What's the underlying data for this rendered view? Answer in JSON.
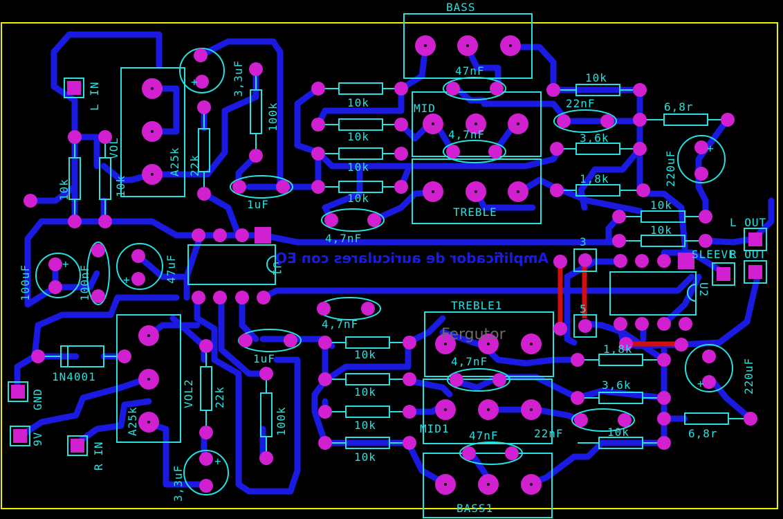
{
  "board": {
    "title": "Amplificador de auriculares con EQ",
    "watermark": "Fergutor"
  },
  "labels": {
    "bass": "BASS",
    "bass1": "BASS1",
    "mid": "MID",
    "mid1": "MID1",
    "treble": "TREBLE",
    "treble1": "TREBLE1",
    "l_in": "L IN",
    "r_in": "R IN",
    "vol": "VOL",
    "vol2": "VOL2",
    "a25k_top": "A25k",
    "a25k_bot": "A25k",
    "gnd": "GND",
    "nine_v": "9V",
    "l_out": "L OUT",
    "r_out": "R OUT",
    "sleeve": "SLEEVE",
    "u1": "U1",
    "u2": "U2",
    "p3": "3",
    "p5": "5",
    "diode": "1N4001"
  },
  "values": {
    "r10k": "10k",
    "c47nF": "47nF",
    "c22nF": "22nF",
    "c4_7nF": "4,7nF",
    "r3_6k": "3,6k",
    "r1_8k": "1,8k",
    "r6_8r": "6,8r",
    "c220uF": "220uF",
    "c1uF": "1uF",
    "c3_3uF": "3,3uF",
    "r100k": "100k",
    "r22k": "22k",
    "c100uF": "100uF",
    "c100nF": "100nF",
    "c47uF": "47uF"
  },
  "colors": {
    "board_outline": "#f0f000",
    "copper": "#1a1ae0",
    "silkscreen": "#28e0e0",
    "pad": "#d020d0",
    "jumper": "#d01010",
    "background": "#000000"
  }
}
